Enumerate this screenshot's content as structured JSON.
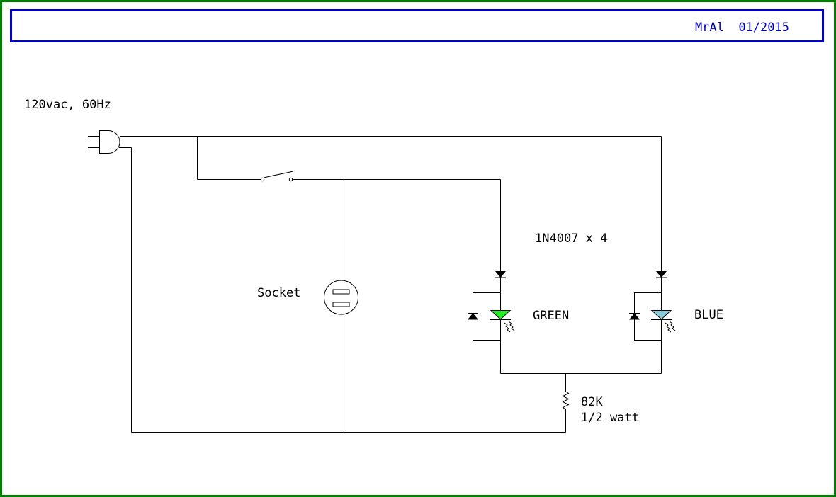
{
  "header": {
    "author_date": "MrAl  01/2015"
  },
  "labels": {
    "supply": "120vac, 60Hz",
    "socket": "Socket",
    "diodes": "1N4007 x 4",
    "led_green": "GREEN",
    "led_blue": "BLUE",
    "resistor_value": "82K",
    "resistor_power": "1/2 watt"
  },
  "colors": {
    "frame_border": "#008000",
    "header_border": "#0000cc",
    "header_text": "#0000cc",
    "wire": "#000000",
    "led_green_fill": "#22ee22",
    "led_blue_fill": "#88ccdd"
  },
  "components": [
    {
      "type": "ac-plug",
      "icon": "plug-icon"
    },
    {
      "type": "switch",
      "icon": "spst-switch-icon"
    },
    {
      "type": "socket",
      "icon": "socket-icon"
    },
    {
      "type": "diode",
      "icon": "diode-icon",
      "count": 4
    },
    {
      "type": "led",
      "color": "green",
      "icon": "led-icon"
    },
    {
      "type": "led",
      "color": "blue",
      "icon": "led-icon"
    },
    {
      "type": "resistor",
      "icon": "resistor-icon"
    }
  ]
}
